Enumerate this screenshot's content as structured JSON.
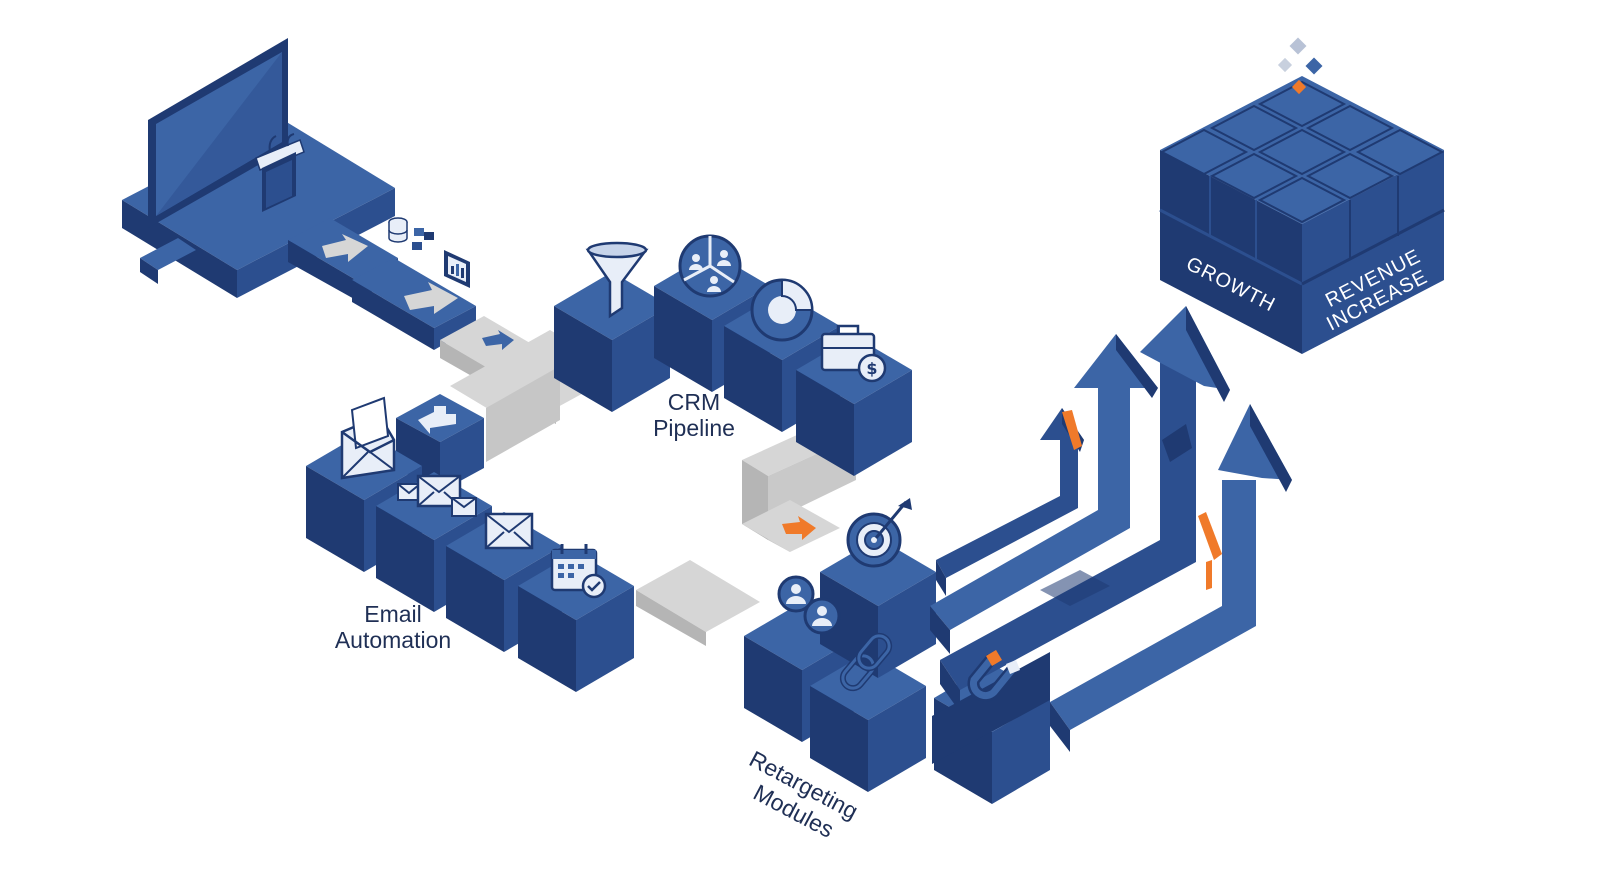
{
  "labels": {
    "crm_line1": "CRM",
    "crm_line2": "Pipeline",
    "email_line1": "Email",
    "email_line2": "Automation",
    "retarget_line1": "Retargeting",
    "retarget_line2": "Modules",
    "growth": "GROWTH",
    "revenue_line1": "REVENUE",
    "revenue_line2": "INCREASE"
  },
  "colors": {
    "block_top": "#3c65a6",
    "block_left": "#1f3a72",
    "block_right": "#2c4f8f",
    "path_top": "#d6d6d6",
    "path_side": "#b5b5b5",
    "accent": "#f07a2a",
    "icon_stroke": "#1f3a72",
    "icon_fill": "#e8eef8"
  },
  "icons": {
    "presentation": "podium-icon",
    "data": "database-icon",
    "chart": "bar-chart-icon",
    "funnel": "funnel-icon",
    "segments": "segmented-users-icon",
    "donut": "donut-chart-icon",
    "briefcase": "briefcase-dollar-icon",
    "open_mail": "open-envelope-icon",
    "mails": "envelopes-icon",
    "mail": "envelope-icon",
    "calendar": "calendar-check-icon",
    "target": "target-icon",
    "users": "user-pair-icon",
    "link": "chain-link-icon",
    "magnet": "magnet-icon"
  }
}
